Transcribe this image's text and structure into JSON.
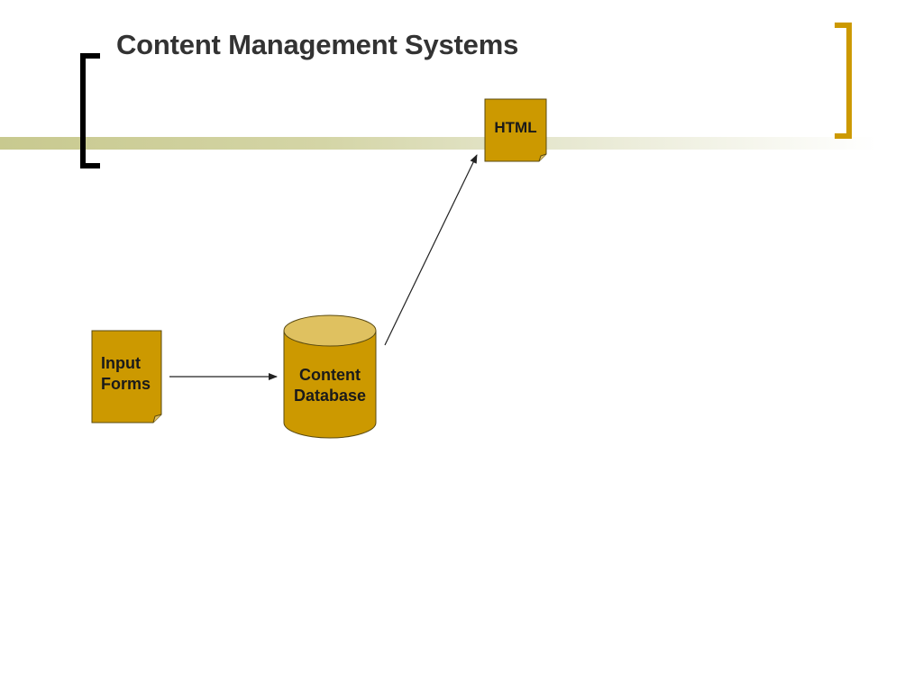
{
  "slide": {
    "title": "Content Management Systems"
  },
  "diagram": {
    "nodes": {
      "input_forms": {
        "line1": "Input",
        "line2": "Forms"
      },
      "content_database": {
        "line1": "Content",
        "line2": "Database"
      },
      "html_output": {
        "label": "HTML"
      }
    },
    "colors": {
      "node_fill": "#cc9900",
      "node_top_fill": "#dfc160",
      "bracket_left": "#000000",
      "bracket_right": "#cc9900",
      "stripe": "#c8c98f",
      "text": "#1a1a1a"
    }
  }
}
